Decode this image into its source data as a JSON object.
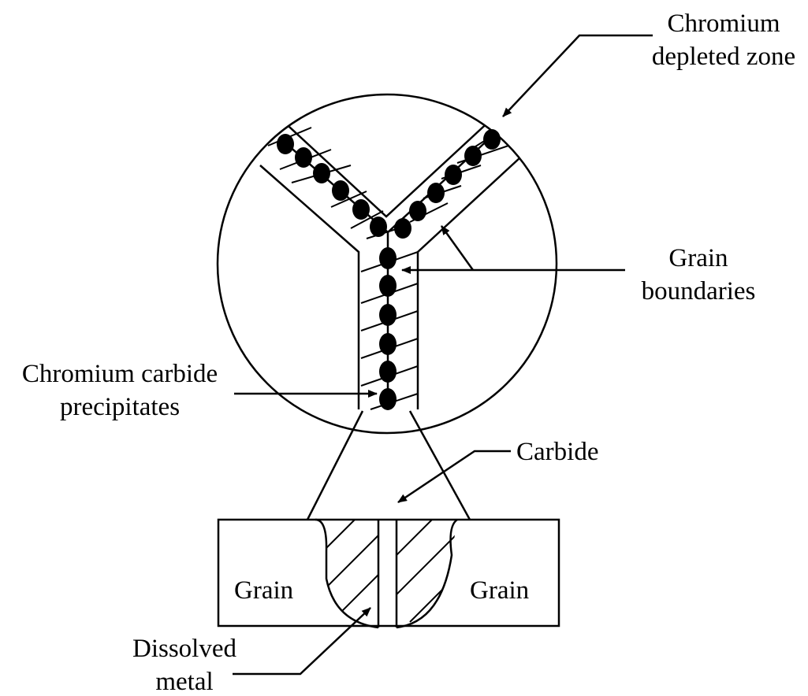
{
  "labels": {
    "chromium_depleted_line1": "Chromium",
    "chromium_depleted_line2": "depleted zone",
    "grain_boundaries_line1": "Grain",
    "grain_boundaries_line2": "boundaries",
    "carbide_precipitates_line1": "Chromium carbide",
    "carbide_precipitates_line2": "precipitates",
    "carbide": "Carbide",
    "grain_left": "Grain",
    "grain_right": "Grain",
    "dissolved_line1": "Dissolved",
    "dissolved_line2": "metal"
  },
  "colors": {
    "stroke": "#000000",
    "background": "#ffffff"
  }
}
